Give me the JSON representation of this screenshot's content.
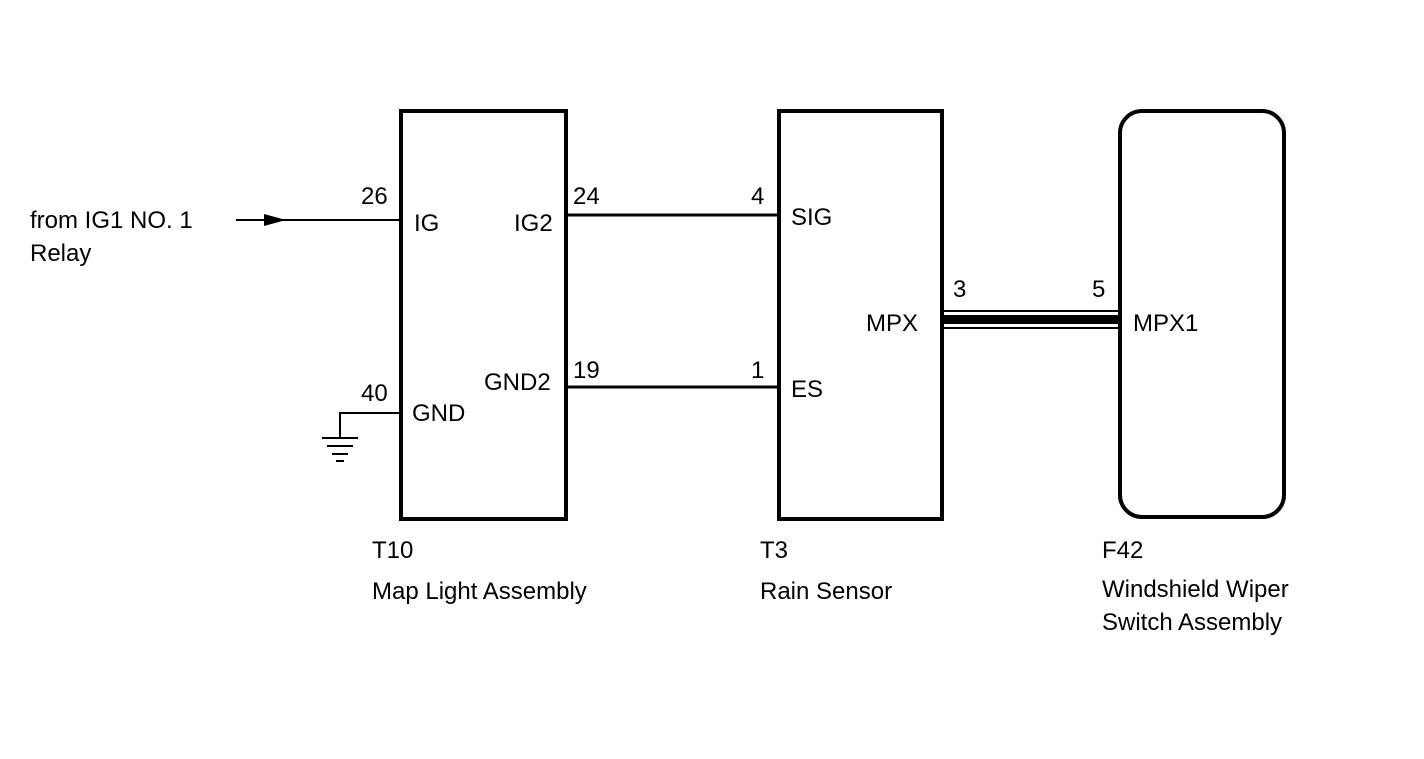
{
  "input": {
    "from_line1": "from IG1 NO. 1",
    "from_line2": "Relay"
  },
  "components": {
    "t10": {
      "id": "T10",
      "name": "Map Light Assembly",
      "pins": {
        "ig": {
          "number": "26",
          "label": "IG"
        },
        "gnd": {
          "number": "40",
          "label": "GND"
        },
        "ig2": {
          "number": "24",
          "label": "IG2"
        },
        "gnd2": {
          "number": "19",
          "label": "GND2"
        }
      }
    },
    "t3": {
      "id": "T3",
      "name": "Rain Sensor",
      "pins": {
        "sig": {
          "number": "4",
          "label": "SIG"
        },
        "es": {
          "number": "1",
          "label": "ES"
        },
        "mpx": {
          "number": "3",
          "label": "MPX"
        }
      }
    },
    "f42": {
      "id": "F42",
      "name_line1": "Windshield Wiper",
      "name_line2": "Switch Assembly",
      "pins": {
        "mpx1": {
          "number": "5",
          "label": "MPX1"
        }
      }
    }
  },
  "icons": {
    "ground": "ground-symbol-icon",
    "arrow": "arrow-right-icon"
  }
}
